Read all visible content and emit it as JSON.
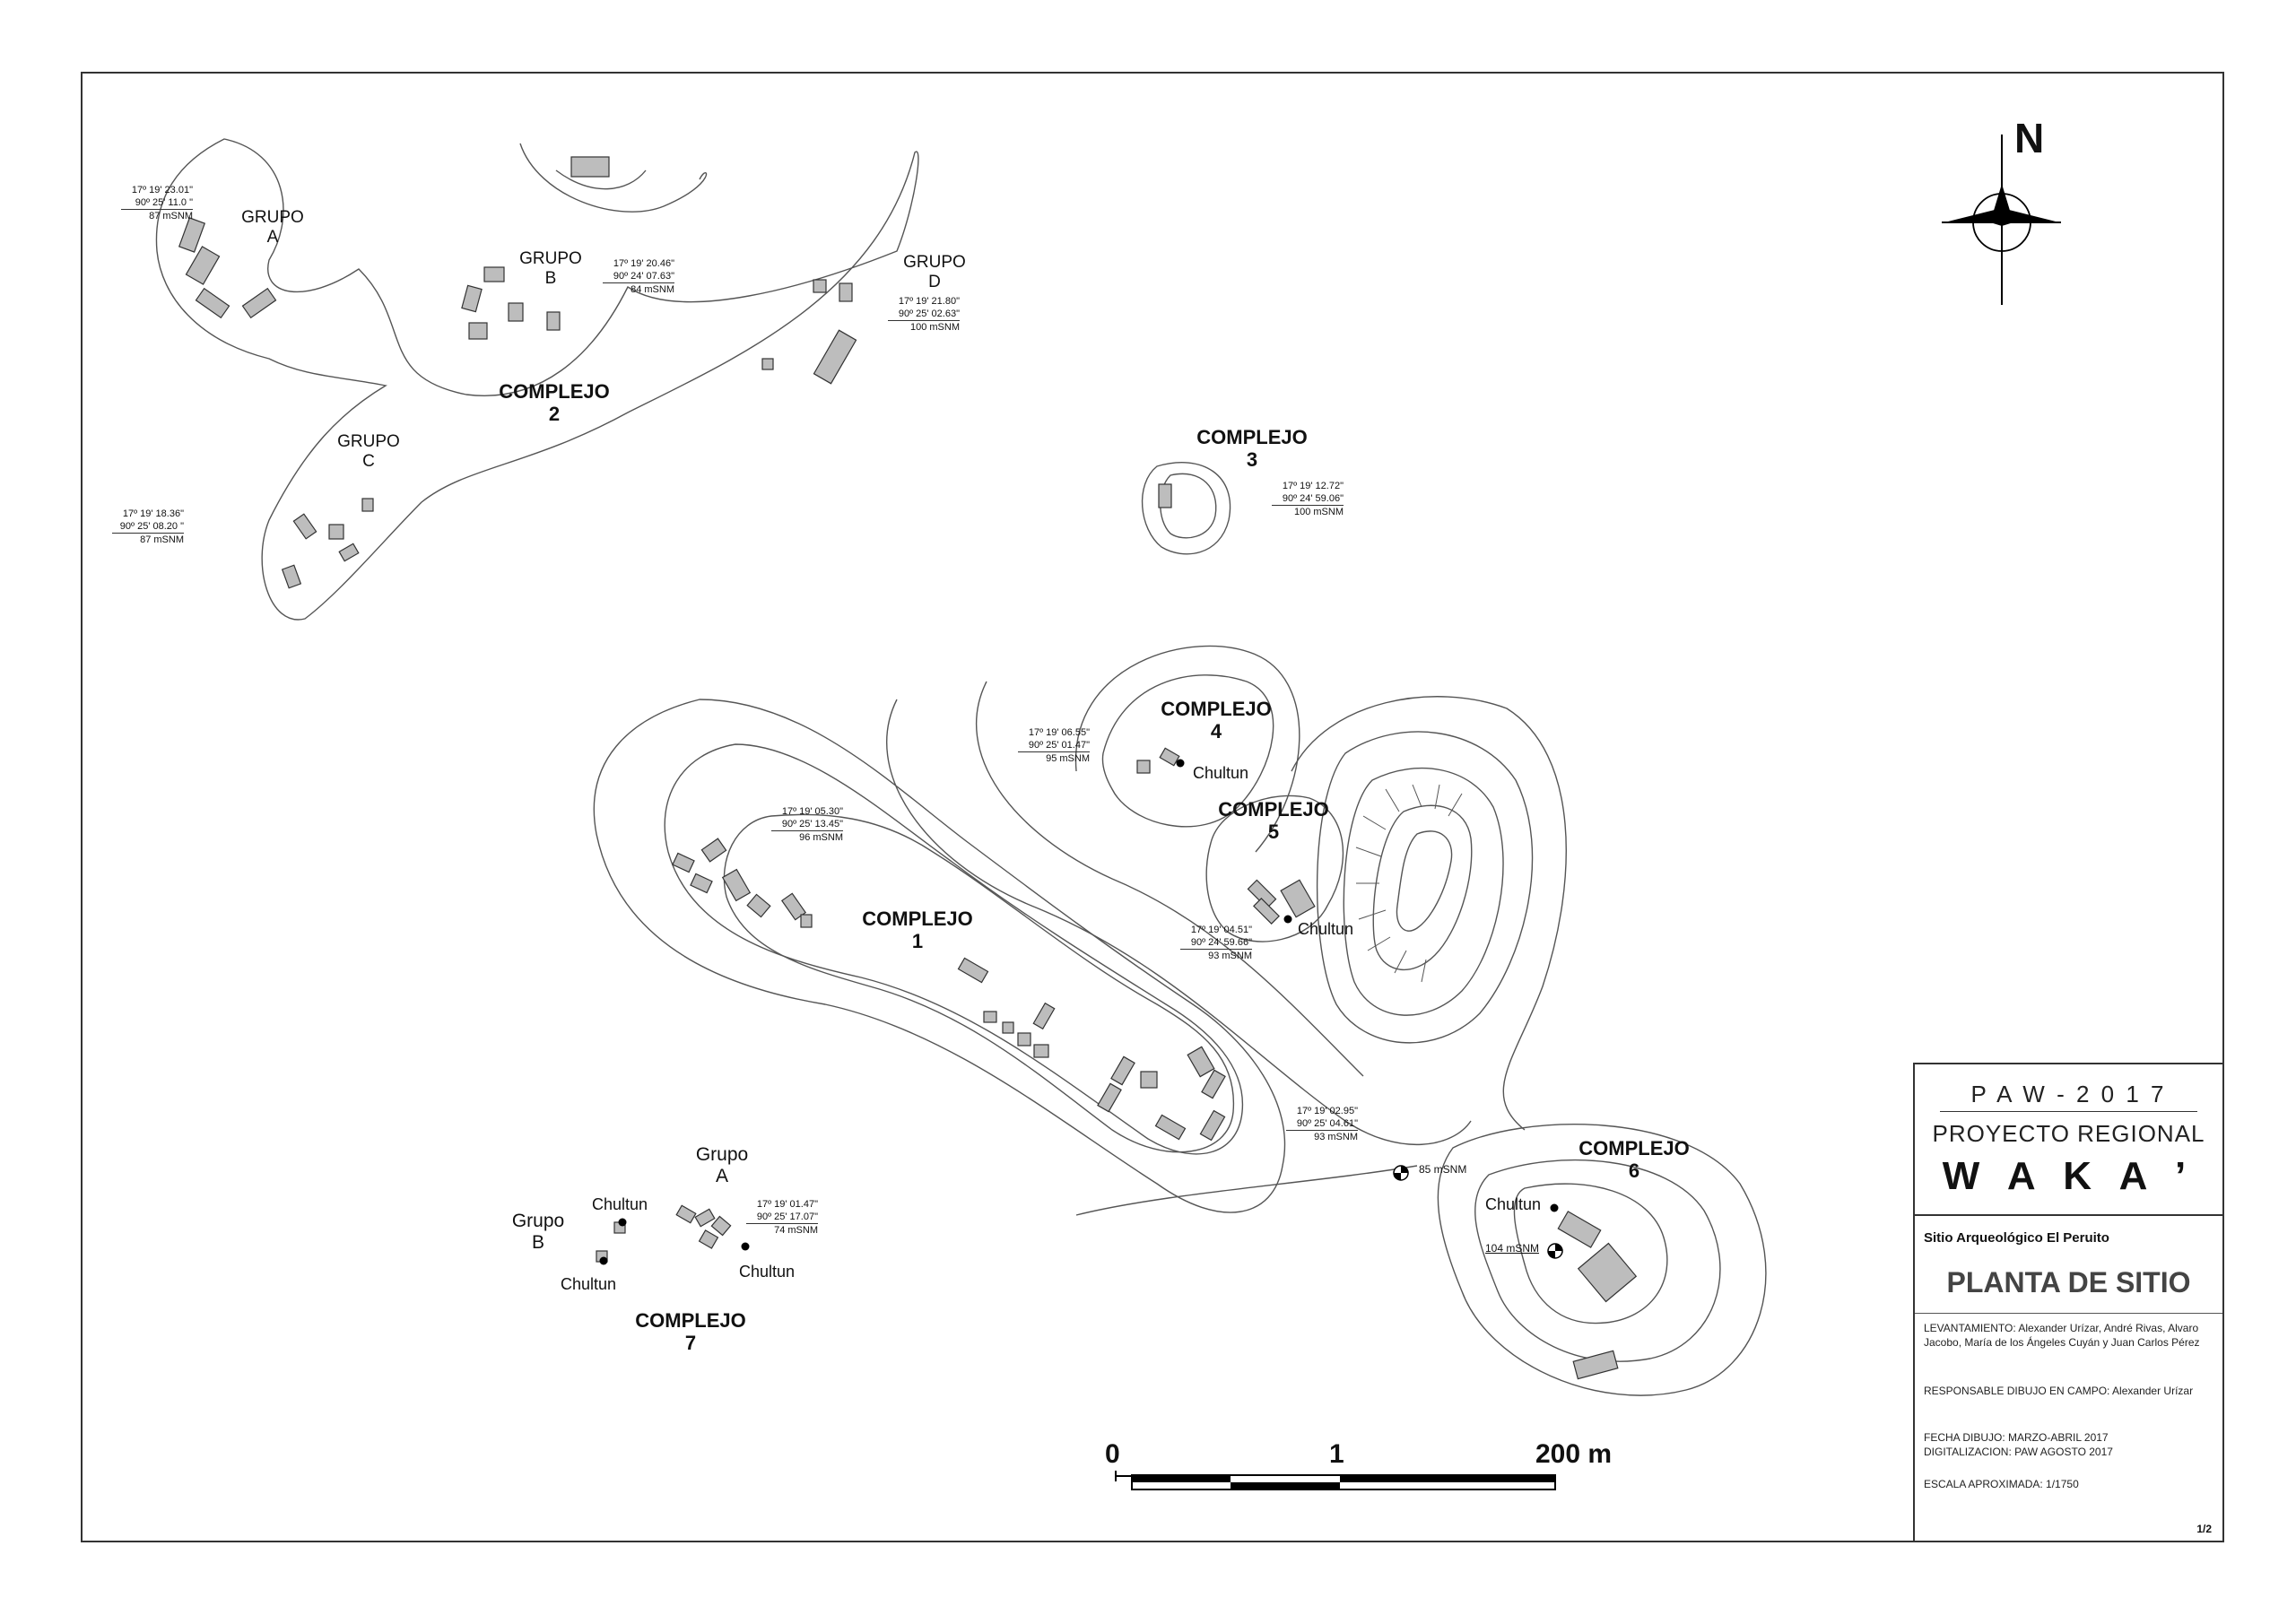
{
  "north": {
    "label": "N"
  },
  "complejos": [
    {
      "title": "COMPLEJO",
      "num": "1"
    },
    {
      "title": "COMPLEJO",
      "num": "2"
    },
    {
      "title": "COMPLEJO",
      "num": "3"
    },
    {
      "title": "COMPLEJO",
      "num": "4"
    },
    {
      "title": "COMPLEJO",
      "num": "5"
    },
    {
      "title": "COMPLEJO",
      "num": "6"
    },
    {
      "title": "COMPLEJO",
      "num": "7"
    }
  ],
  "grupos": [
    {
      "title": "GRUPO",
      "letter": "A"
    },
    {
      "title": "GRUPO",
      "letter": "B"
    },
    {
      "title": "GRUPO",
      "letter": "C"
    },
    {
      "title": "GRUPO",
      "letter": "D"
    },
    {
      "title": "Grupo",
      "letter": "A"
    },
    {
      "title": "Grupo",
      "letter": "B"
    }
  ],
  "chultun_label": "Chultun",
  "coords": [
    {
      "lat": "17º 19' 23.01\"",
      "lon": "90º 25' 11.0 \"",
      "alt": "87 mSNM"
    },
    {
      "lat": "17º 19' 20.46\"",
      "lon": "90º 24' 07.63\"",
      "alt": "84 mSNM"
    },
    {
      "lat": "17º 19' 21.80\"",
      "lon": "90º 25' 02.63\"",
      "alt": "100 mSNM"
    },
    {
      "lat": "17º 19' 18.36\"",
      "lon": "90º 25' 08.20 \"",
      "alt": "87 mSNM"
    },
    {
      "lat": "17º 19' 12.72\"",
      "lon": "90º 24' 59.06\"",
      "alt": "100 mSNM"
    },
    {
      "lat": "17º 19' 06.55\"",
      "lon": "90º 25' 01.47\"",
      "alt": "95 mSNM"
    },
    {
      "lat": "17º 19' 05.30\"",
      "lon": "90º 25' 13.45\"",
      "alt": "96 mSNM"
    },
    {
      "lat": "17º 19' 04.51\"",
      "lon": "90º 24' 59.66\"",
      "alt": "93 mSNM"
    },
    {
      "lat": "17º 19' 02.95\"",
      "lon": "90º 25' 04.61\"",
      "alt": "93 mSNM"
    },
    {
      "lat": "17º 19' 01.47\"",
      "lon": "90º 25' 17.07\"",
      "alt": "74 mSNM"
    }
  ],
  "benchmarks": [
    "85 mSNM",
    "104 mSNM"
  ],
  "scale": {
    "zero": "0",
    "mid": "1",
    "end": "200 m"
  },
  "title_block": {
    "project_code": "P A W - 2 0 1 7",
    "project_name": "PROYECTO REGIONAL",
    "project_site": "W A K A ’",
    "site": "Sitio Arqueológico  El  Peruito",
    "sheet_title": "PLANTA DE SITIO",
    "levantamiento": "LEVANTAMIENTO: Alexander Urízar, André Rivas, Alvaro Jacobo, María de los Ángeles Cuyán y Juan Carlos Pérez",
    "responsable": "RESPONSABLE DIBUJO EN CAMPO: Alexander Urízar",
    "fecha": "FECHA DIBUJO: MARZO-ABRIL 2017",
    "digitalizacion": "DIGITALIZACION: PAW AGOSTO 2017",
    "escala": "ESCALA APROXIMADA: 1/1750",
    "page": "1/2"
  }
}
